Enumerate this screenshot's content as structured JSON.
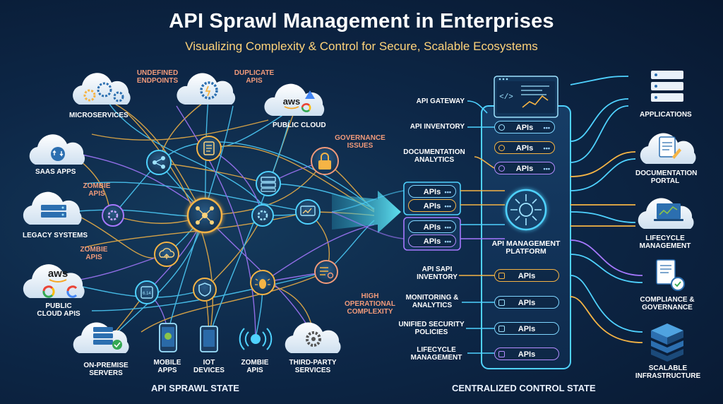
{
  "title": "API Sprawl Management in Enterprises",
  "subtitle": "Visualizing Complexity & Control for Secure, Scalable Ecosystems",
  "sprawl": {
    "section_label": "API SPRAWL STATE",
    "sources": [
      {
        "label": "MICROSERVICES",
        "icon": "gears-cloud-icon"
      },
      {
        "label": "SAAS APPS",
        "icon": "sync-cloud-icon"
      },
      {
        "label": "LEGACY SYSTEMS",
        "icon": "server-cloud-icon"
      },
      {
        "label": "PUBLIC CLOUD APIS",
        "icon": "aws-google-cloud-icon",
        "logo_text": "aws"
      },
      {
        "label": "ON-PREMISE SERVERS",
        "icon": "server-check-icon"
      },
      {
        "label": "MOBILE APPS",
        "icon": "mobile-phone-icon"
      },
      {
        "label": "IoT DEVICES",
        "icon": "iot-device-icon"
      },
      {
        "label": "ZOMBIE APIS",
        "icon": "zombie-signal-icon"
      },
      {
        "label": "THIRD-PARTY SERVICES",
        "icon": "gear-cloud-icon"
      },
      {
        "label": "PUBLIC CLOUD",
        "icon": "aws-google-cloud-icon",
        "logo_text": "aws"
      }
    ],
    "issues": [
      "UNDEFINED ENDPOINTS",
      "DUPLICATE APIS",
      "GOVERNANCE ISSUES",
      "ZOMBIE APIS",
      "ZOMBIE APIS",
      "HIGH OPERATIONAL COMPLEXITY"
    ],
    "node_icon_text": "6.14"
  },
  "control": {
    "section_label": "CENTRALIZED CONTROL STATE",
    "platform_label": "API MANAGEMENT PLATFORM",
    "left_labels": [
      "API GATEWAY",
      "API INVENTORY",
      "DOCUMENTATION ANALYTICS",
      "API SAPI INVENTORY",
      "MONITORING & ANALYTICS",
      "UNIFIED SECURITY POLICIES",
      "LIFECYCLE MANAGEMENT"
    ],
    "api_pill": "APIs",
    "pill_dots": "•••",
    "outputs": [
      {
        "label": "APPLICATIONS",
        "icon": "server-stack-icon"
      },
      {
        "label": "DOCUMENTATION PORTAL",
        "icon": "document-cloud-icon"
      },
      {
        "label": "LIFECYCLE MANAGEMENT",
        "icon": "laptop-chart-cloud-icon"
      },
      {
        "label": "COMPLIANCE & GOVERNANCE",
        "icon": "compliance-check-icon"
      },
      {
        "label": "SCALABLE INFRASTRUCTURE",
        "icon": "layered-cubes-icon"
      }
    ]
  },
  "colors": {
    "background": "#0b1f3a",
    "accent_cyan": "#4fd2ff",
    "accent_gold": "#f5b445",
    "accent_purple": "#a678ff",
    "warning": "#f19a7a",
    "subtitle": "#ffd37a"
  }
}
